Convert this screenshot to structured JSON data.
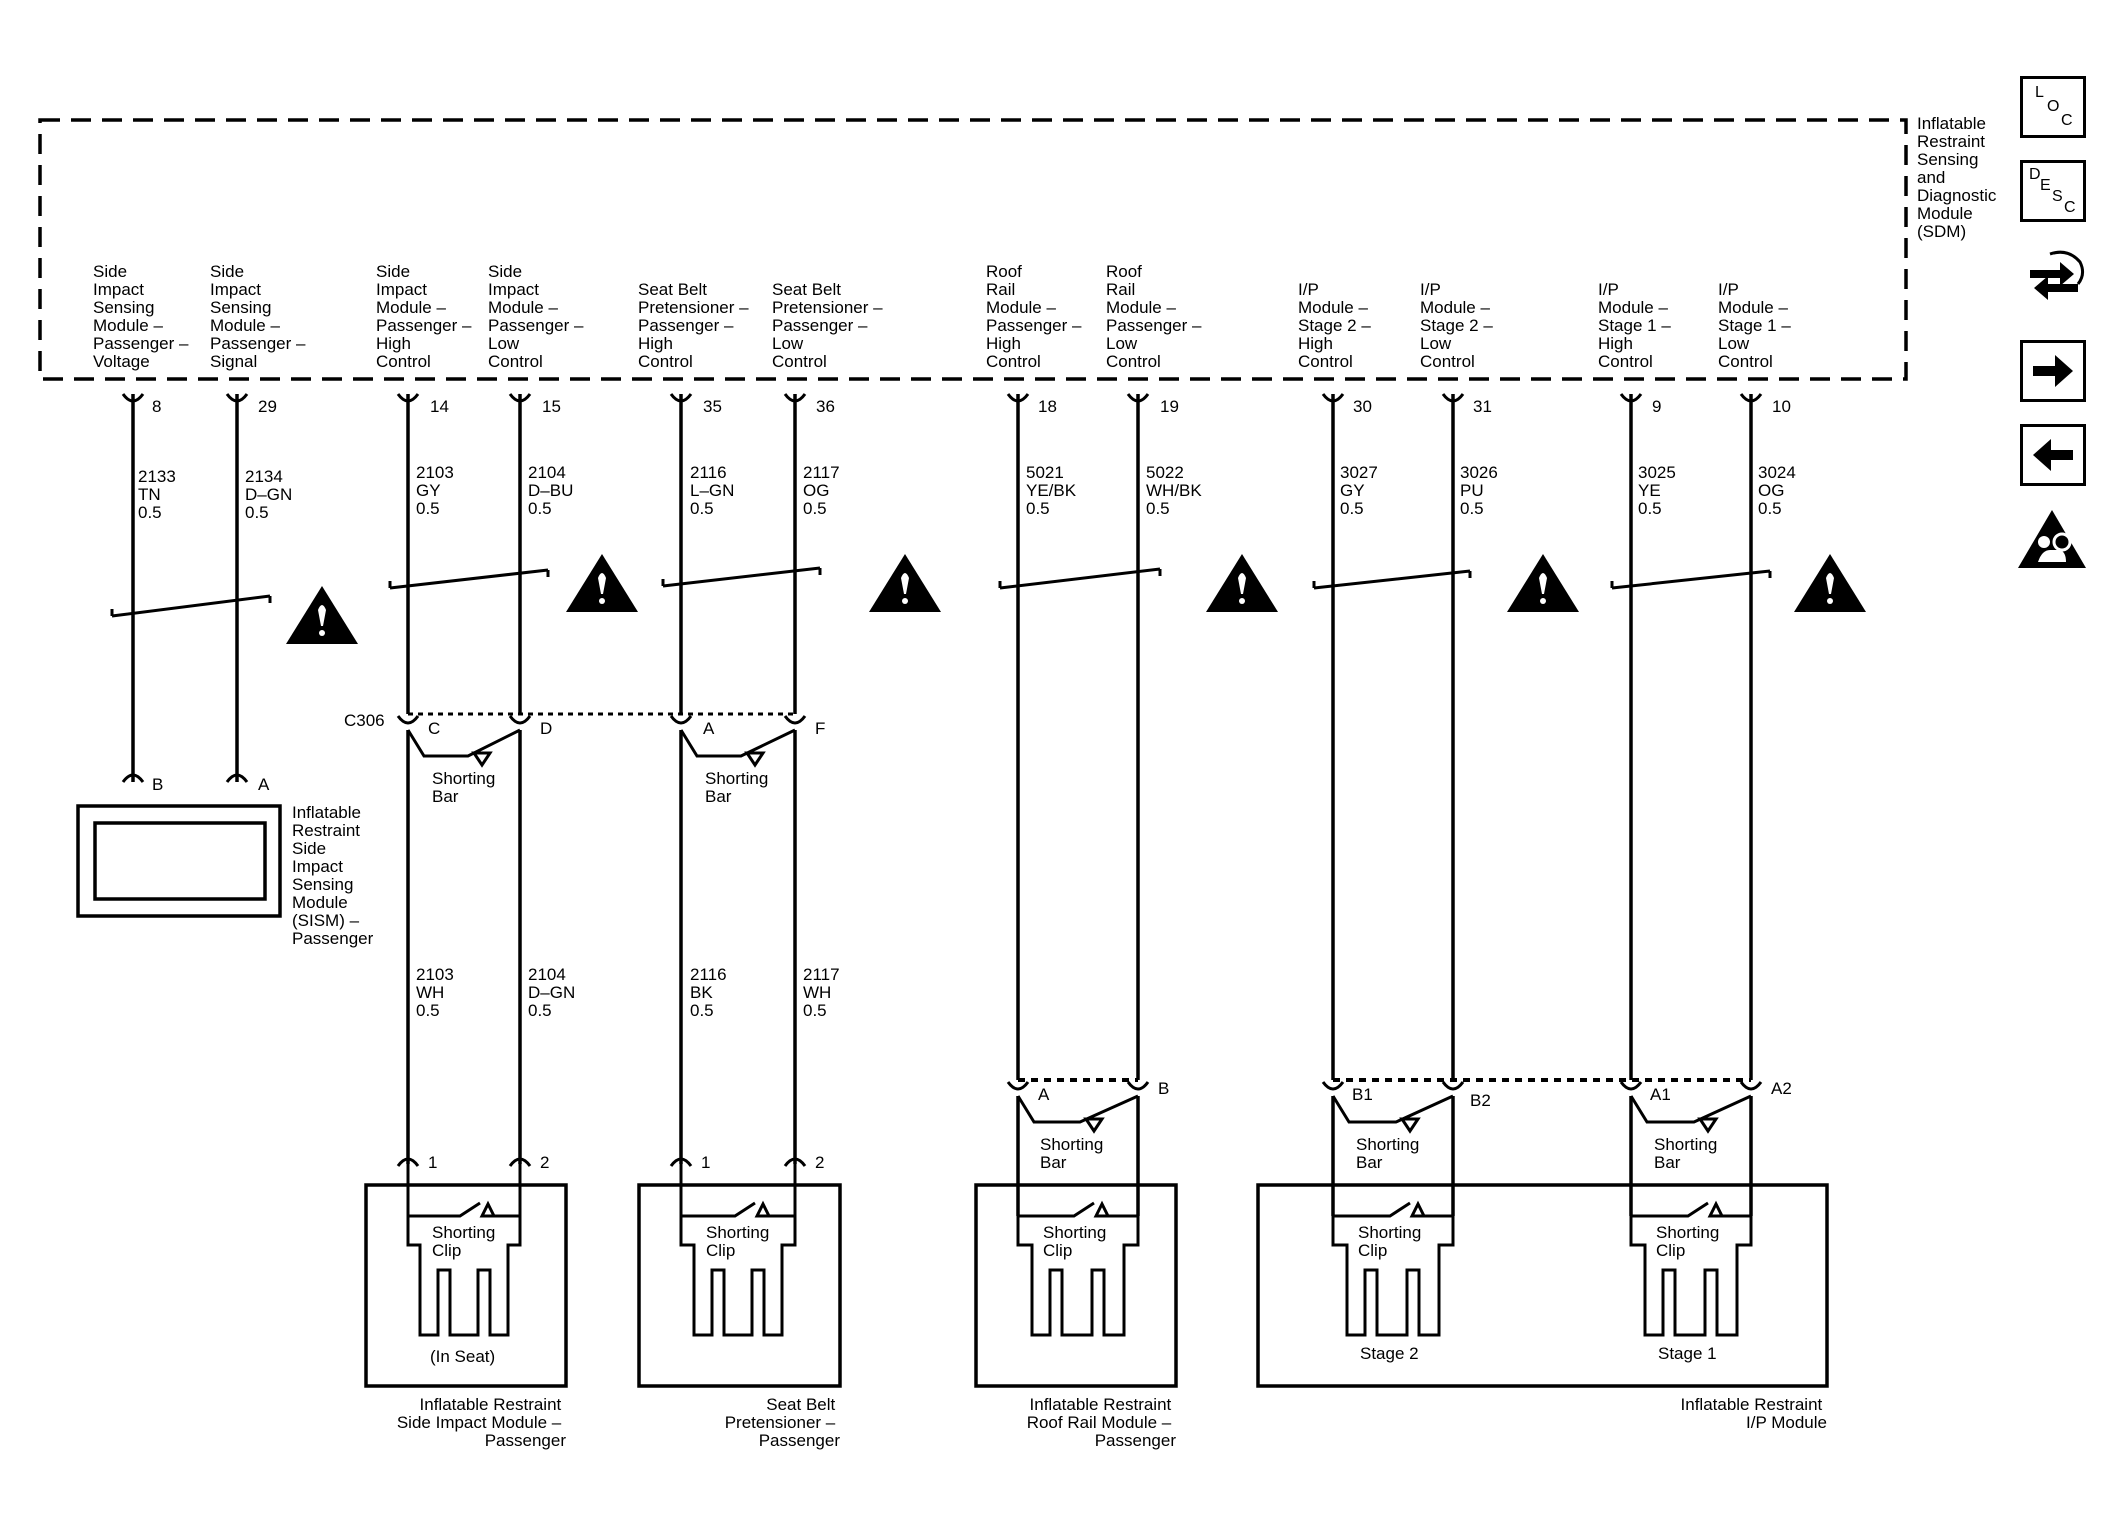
{
  "sdm": {
    "label_lines": [
      "Inflatable",
      "Restraint",
      "Sensing",
      "and",
      "Diagnostic",
      "Module",
      "(SDM)"
    ],
    "terminals": [
      {
        "label": [
          "Side",
          "Impact",
          "Sensing",
          "Module –",
          "Passenger –",
          "Voltage"
        ],
        "pin": "8",
        "wire": [
          "2133",
          "TN",
          "0.5"
        ]
      },
      {
        "label": [
          "Side",
          "Impact",
          "Sensing",
          "Module –",
          "Passenger –",
          "Signal"
        ],
        "pin": "29",
        "wire": [
          "2134",
          "D–GN",
          "0.5"
        ]
      },
      {
        "label": [
          "Side",
          "Impact",
          "Module –",
          "Passenger –",
          "High",
          "Control"
        ],
        "pin": "14",
        "wire": [
          "2103",
          "GY",
          "0.5"
        ]
      },
      {
        "label": [
          "Side",
          "Impact",
          "Module –",
          "Passenger –",
          "Low",
          "Control"
        ],
        "pin": "15",
        "wire": [
          "2104",
          "D–BU",
          "0.5"
        ]
      },
      {
        "label": [
          "Seat Belt",
          "Pretensioner –",
          "Passenger –",
          "High",
          "Control"
        ],
        "pin": "35",
        "wire": [
          "2116",
          "L–GN",
          "0.5"
        ]
      },
      {
        "label": [
          "Seat Belt",
          "Pretensioner –",
          "Passenger –",
          "Low",
          "Control"
        ],
        "pin": "36",
        "wire": [
          "2117",
          "OG",
          "0.5"
        ]
      },
      {
        "label": [
          "Roof",
          "Rail",
          "Module –",
          "Passenger –",
          "High",
          "Control"
        ],
        "pin": "18",
        "wire": [
          "5021",
          "YE/BK",
          "0.5"
        ]
      },
      {
        "label": [
          "Roof",
          "Rail",
          "Module –",
          "Passenger –",
          "Low",
          "Control"
        ],
        "pin": "19",
        "wire": [
          "5022",
          "WH/BK",
          "0.5"
        ]
      },
      {
        "label": [
          "I/P",
          "Module –",
          "Stage 2 –",
          "High",
          "Control"
        ],
        "pin": "30",
        "wire": [
          "3027",
          "GY",
          "0.5"
        ]
      },
      {
        "label": [
          "I/P",
          "Module –",
          "Stage 2 –",
          "Low",
          "Control"
        ],
        "pin": "31",
        "wire": [
          "3026",
          "PU",
          "0.5"
        ]
      },
      {
        "label": [
          "I/P",
          "Module –",
          "Stage 1 –",
          "High",
          "Control"
        ],
        "pin": "9",
        "wire": [
          "3025",
          "YE",
          "0.5"
        ]
      },
      {
        "label": [
          "I/P",
          "Module –",
          "Stage 1 –",
          "Low",
          "Control"
        ],
        "pin": "10",
        "wire": [
          "3024",
          "OG",
          "0.5"
        ]
      }
    ]
  },
  "connector_c306": {
    "name": "C306",
    "pins": [
      "C",
      "D",
      "A",
      "F"
    ],
    "shorting_bar": [
      "Shorting",
      "Bar"
    ],
    "lower_wires": [
      [
        "2103",
        "WH",
        "0.5"
      ],
      [
        "2104",
        "D–GN",
        "0.5"
      ],
      [
        "2116",
        "BK",
        "0.5"
      ],
      [
        "2117",
        "WH",
        "0.5"
      ]
    ]
  },
  "sism": {
    "pins": [
      "B",
      "A"
    ],
    "label_lines": [
      "Inflatable",
      "Restraint",
      "Side",
      "Impact",
      "Sensing",
      "Module",
      "(SISM) –",
      "Passenger"
    ]
  },
  "roof_rail_connector": {
    "pins": [
      "A",
      "B"
    ],
    "shorting_bar": [
      "Shorting",
      "Bar"
    ]
  },
  "ip_connector": {
    "pins": [
      "B1",
      "B2",
      "A1",
      "A2"
    ],
    "shorting_bar": [
      "Shorting",
      "Bar"
    ]
  },
  "modules": [
    {
      "pins": [
        "1",
        "2"
      ],
      "clip": [
        "Shorting",
        "Clip"
      ],
      "note": "(In Seat)",
      "label": [
        "Inflatable Restraint",
        "Side Impact Module –",
        "Passenger"
      ]
    },
    {
      "pins": [
        "1",
        "2"
      ],
      "clip": [
        "Shorting",
        "Clip"
      ],
      "note": "",
      "label": [
        "Seat Belt",
        "Pretensioner –",
        "Passenger"
      ]
    },
    {
      "pins": [],
      "clip": [
        "Shorting",
        "Clip"
      ],
      "note": "",
      "label": [
        "Inflatable Restraint",
        "Roof Rail Module –",
        "Passenger"
      ]
    },
    {
      "pins": [],
      "clip": [
        "Shorting",
        "Clip"
      ],
      "note": "",
      "stage_labels": [
        "Stage 2",
        "Stage 1"
      ],
      "label": [
        "Inflatable Restraint",
        "I/P Module"
      ]
    }
  ],
  "side_icons": [
    {
      "name": "loc-icon",
      "letters": [
        "L",
        "O",
        "C"
      ]
    },
    {
      "name": "desc-icon",
      "letters": [
        "D",
        "E",
        "S",
        "C"
      ]
    },
    {
      "name": "schematic-navigation-icon"
    },
    {
      "name": "next-arrow-icon"
    },
    {
      "name": "previous-arrow-icon"
    },
    {
      "name": "airbag-warning-icon"
    }
  ]
}
